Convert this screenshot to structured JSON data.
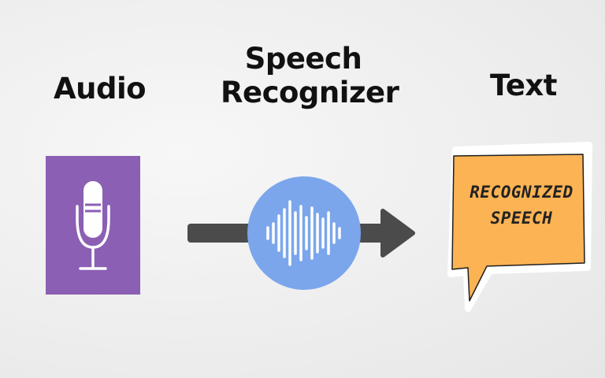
{
  "labels": {
    "audio": "Audio",
    "recognizer_line1": "Speech",
    "recognizer_line2": "Recognizer",
    "text": "Text"
  },
  "bubble": {
    "line1": "RECOGNIZED",
    "line2": "SPEECH"
  },
  "icons": {
    "microphone": "microphone-icon",
    "waveform": "sound-wave-icon",
    "arrow": "arrow-right-icon",
    "speech_bubble": "speech-bubble-icon"
  },
  "colors": {
    "mic_box": "#8b5fb4",
    "recognizer_circle": "#7ba6ec",
    "arrow": "#4b4b4b",
    "bubble_fill": "#fbb354",
    "bubble_outline": "#ffffff",
    "label_text": "#111111"
  }
}
